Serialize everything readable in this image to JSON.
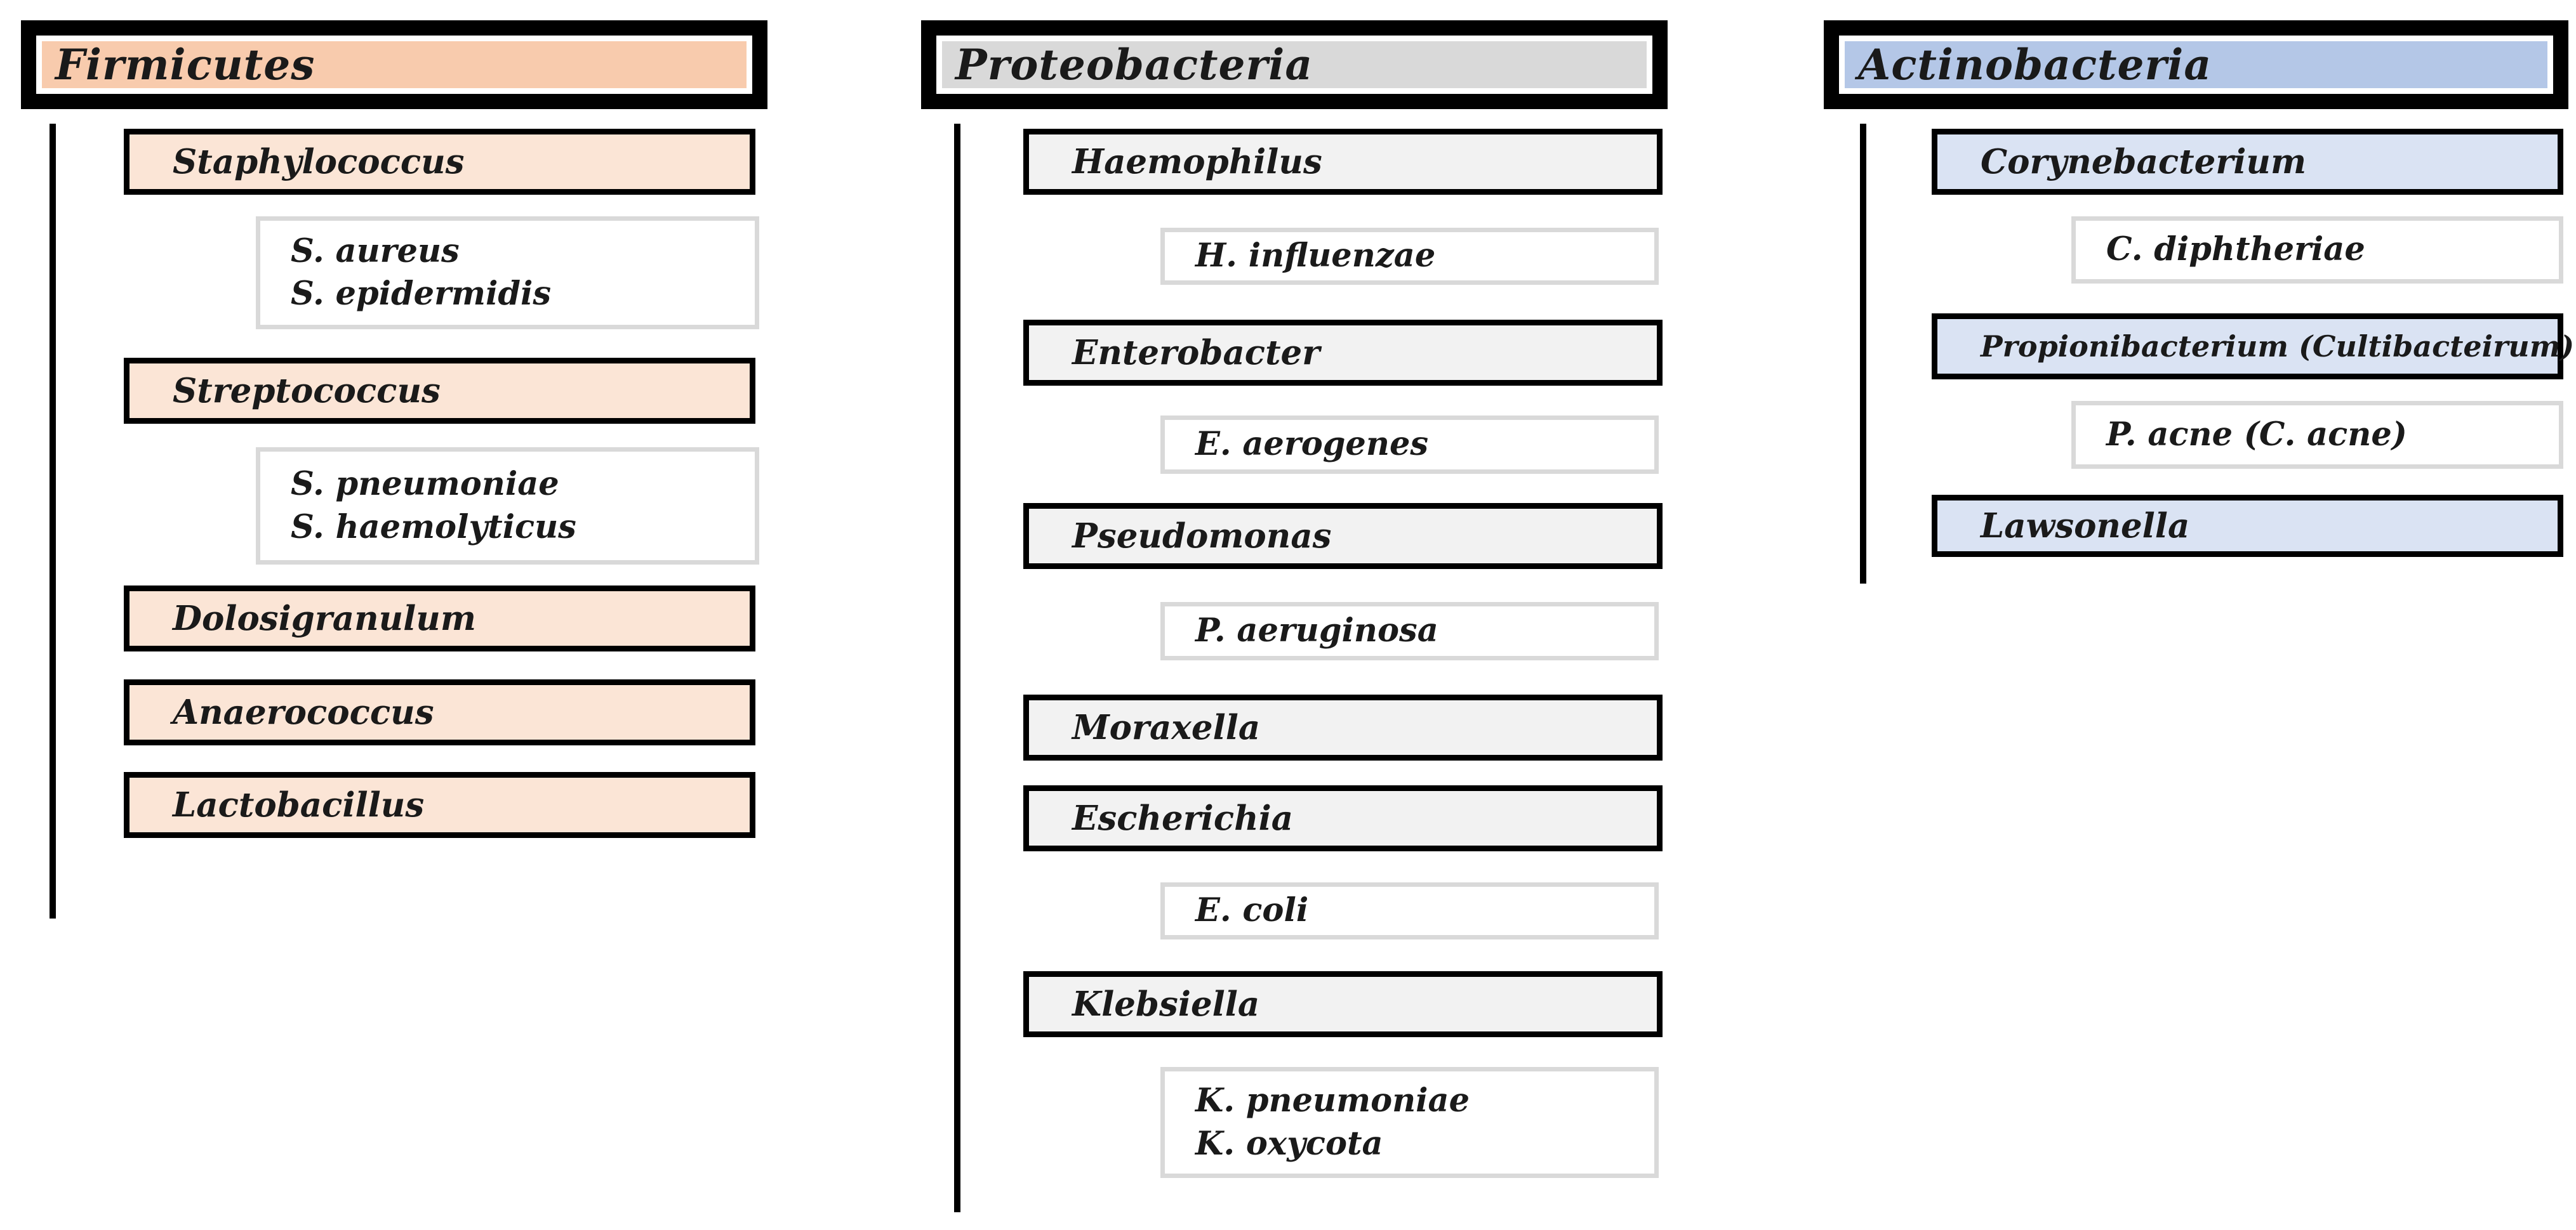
{
  "diagram_title": "Bacterial phyla with genera and species",
  "colors": {
    "background": "#ffffff",
    "frame": "#000000",
    "species_fill": "#ffffff",
    "species_border": "#d9d9d9",
    "line": "#000000"
  },
  "columns": [
    {
      "title": "Firmicutes",
      "colors": {
        "header_fill": "#f8cbad",
        "genus_fill": "#fbe5d6"
      },
      "items": [
        {
          "type": "genus",
          "label": "Staphylococcus"
        },
        {
          "type": "species",
          "lines": [
            "S. aureus",
            "S. epidermidis"
          ]
        },
        {
          "type": "genus",
          "label": "Streptococcus"
        },
        {
          "type": "species",
          "lines": [
            "S. pneumoniae",
            "S. haemolyticus"
          ]
        },
        {
          "type": "genus",
          "label": "Dolosigranulum"
        },
        {
          "type": "genus",
          "label": "Anaerococcus"
        },
        {
          "type": "genus",
          "label": "Lactobacillus"
        }
      ]
    },
    {
      "title": "Proteobacteria",
      "colors": {
        "header_fill": "#d9d9d9",
        "genus_fill": "#f2f2f2"
      },
      "items": [
        {
          "type": "genus",
          "label": "Haemophilus"
        },
        {
          "type": "species",
          "lines": [
            "H. influenzae"
          ]
        },
        {
          "type": "genus",
          "label": "Enterobacter"
        },
        {
          "type": "species",
          "lines": [
            "E. aerogenes"
          ]
        },
        {
          "type": "genus",
          "label": "Pseudomonas"
        },
        {
          "type": "species",
          "lines": [
            "P. aeruginosa"
          ]
        },
        {
          "type": "genus",
          "label": "Moraxella"
        },
        {
          "type": "genus",
          "label": "Escherichia"
        },
        {
          "type": "species",
          "lines": [
            "E. coli"
          ]
        },
        {
          "type": "genus",
          "label": "Klebsiella"
        },
        {
          "type": "species",
          "lines": [
            "K. pneumoniae",
            "K. oxycota"
          ]
        }
      ]
    },
    {
      "title": "Actinobacteria",
      "colors": {
        "header_fill": "#b4c7e7",
        "genus_fill": "#dae3f3"
      },
      "items": [
        {
          "type": "genus",
          "label": "Corynebacterium"
        },
        {
          "type": "species",
          "lines": [
            "C. diphtheriae"
          ]
        },
        {
          "type": "genus",
          "label": "Propionibacterium (Cultibacteirum)"
        },
        {
          "type": "species",
          "lines": [
            "P. acne (C. acne)"
          ]
        },
        {
          "type": "genus",
          "label": "Lawsonella"
        }
      ]
    }
  ]
}
